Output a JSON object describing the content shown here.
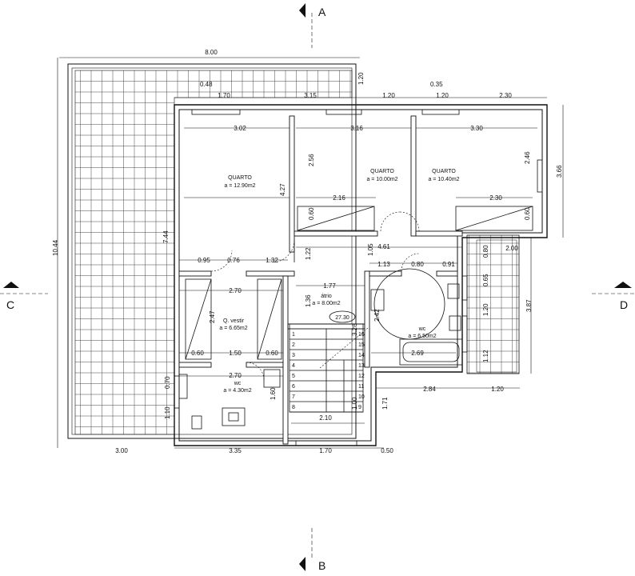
{
  "sections": {
    "top": "A",
    "bottom": "B",
    "left": "C",
    "right": "D"
  },
  "rooms": [
    {
      "id": "quarto1",
      "name": "QUARTO",
      "area": "a = 12.90m2"
    },
    {
      "id": "quarto2",
      "name": "QUARTO",
      "area": "a = 10.00m2"
    },
    {
      "id": "quarto3",
      "name": "QUARTO",
      "area": "a = 10.40m2"
    },
    {
      "id": "atrio",
      "name": "átrio",
      "area": "a = 8.00m2"
    },
    {
      "id": "vestir",
      "name": "Q. vestir",
      "area": "a = 6.65m2"
    },
    {
      "id": "wc1",
      "name": "wc",
      "area": "a = 4.30m2"
    },
    {
      "id": "wc2",
      "name": "wc",
      "area": "a = 6.50m2"
    }
  ],
  "level_mark": "27.30",
  "dims": {
    "d800": "8.00",
    "d120a": "1.20",
    "d048": "0.48",
    "d170a": "1.70",
    "d315": "3.15",
    "d035": "0.35",
    "d120b": "1.20",
    "d120c": "1.20",
    "d230a": "2.30",
    "d302": "3.02",
    "d316": "3.16",
    "d330": "3.30",
    "d256": "2.56",
    "d246": "2.46",
    "d366": "3.66",
    "d427": "4.27",
    "d216": "2.16",
    "d230b": "2.30",
    "d060a": "0.60",
    "d060b": "0.60",
    "d1044": "10.44",
    "d744": "7.44",
    "d461": "4.61",
    "d200": "2.00",
    "d095": "0.95",
    "d076": "0.76",
    "d132": "1.32",
    "d122": "1.22",
    "d105": "1.05",
    "d113": "1.13",
    "d080a": "0.80",
    "d091": "0.91",
    "d080b": "0.80",
    "d065": "0.65",
    "d270a": "2.70",
    "d177": "1.77",
    "d136": "1.36",
    "d242": "2.42",
    "d120d": "1.20",
    "d387": "3.87",
    "d247": "2.47",
    "d328": "3.28",
    "d269": "2.69",
    "d112": "1.12",
    "d060c": "0.60",
    "d150": "1.50",
    "d060d": "0.60",
    "d270b": "2.70",
    "d284": "2.84",
    "d120e": "1.20",
    "d070": "0.70",
    "d160": "1.60",
    "d100": "1.00",
    "d171": "1.71",
    "d110": "1.10",
    "d210": "2.10",
    "d300": "3.00",
    "d335": "3.35",
    "d170b": "1.70",
    "d050": "0.50"
  },
  "stairs": {
    "left": [
      "1",
      "2",
      "3",
      "4",
      "5",
      "6",
      "7",
      "8"
    ],
    "right": [
      "16",
      "15",
      "14",
      "13",
      "12",
      "11",
      "10",
      "9"
    ]
  }
}
